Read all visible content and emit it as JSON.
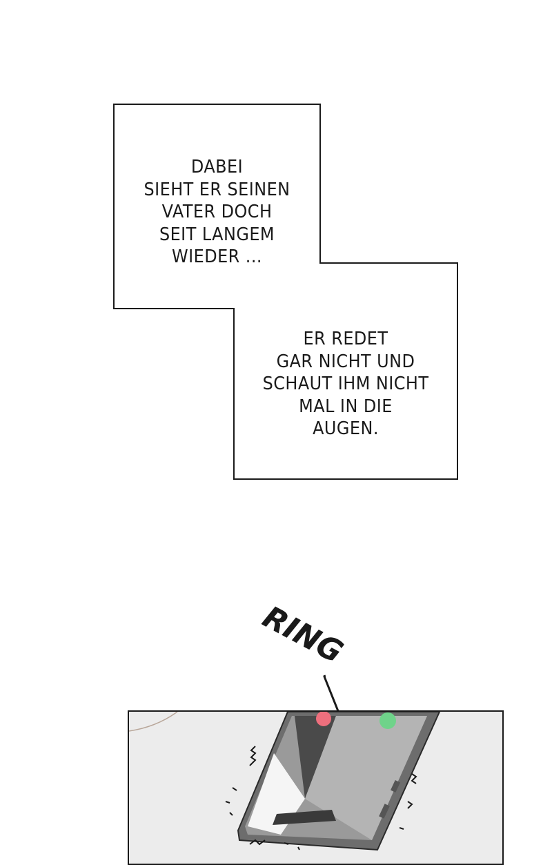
{
  "captions": {
    "first": "DABEI\nSIEHT ER SEINEN\nVATER DOCH\nSEIT LANGEM\nWIEDER ...",
    "second": "ER REDET\nGAR NICHT UND\nSCHAUT IHM NICHT\nMAL IN DIE\nAUGEN."
  },
  "sfx": {
    "ring": "RING"
  },
  "colors": {
    "ink": "#1a1a1a",
    "panel_bg": "#ececec",
    "phone_body": "#6d6d6d",
    "decline_dot": "#ee6f7d",
    "accept_dot": "#6fd38a"
  },
  "icons": {
    "phone": "smartphone-icon"
  }
}
